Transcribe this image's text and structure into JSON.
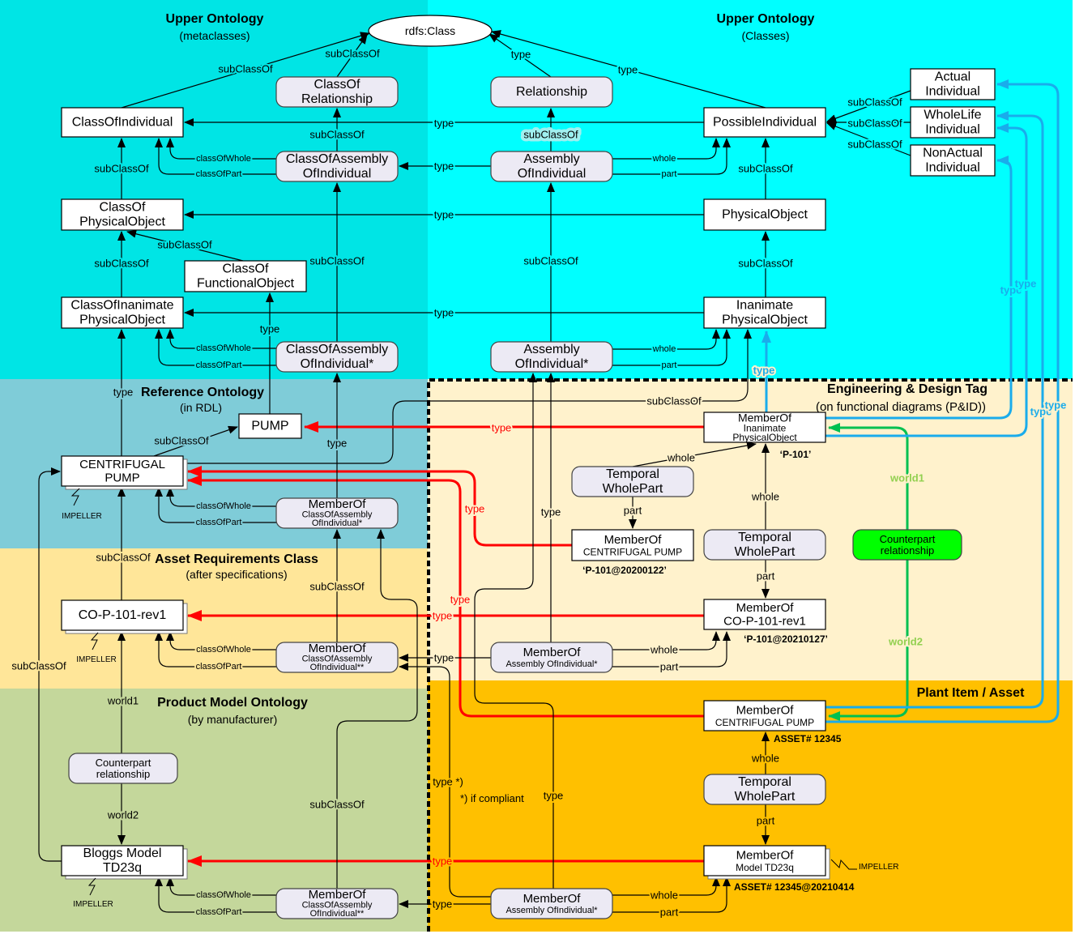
{
  "regions": {
    "upper_meta": {
      "title": "Upper Ontology",
      "subtitle": "(metaclasses)"
    },
    "upper_classes": {
      "title": "Upper Ontology",
      "subtitle": "(Classes)"
    },
    "reference": {
      "title": "Reference Ontology",
      "subtitle": "(in RDL)"
    },
    "engineering": {
      "title": "Engineering & Design Tag",
      "subtitle": "(on functional diagrams (P&ID))"
    },
    "asset_requirements": {
      "title": "Asset Requirements Class",
      "subtitle": "(after specifications)"
    },
    "product_model": {
      "title": "Product Model Ontology",
      "subtitle": "(by manufacturer)"
    },
    "plant_item": {
      "title": "Plant Item / Asset"
    }
  },
  "nodes": {
    "rdfs_class": {
      "lines": [
        "rdfs:Class"
      ]
    },
    "class_of_individual": {
      "lines": [
        "ClassOfIndividual"
      ]
    },
    "class_of_relationship": {
      "lines": [
        "ClassOf",
        "Relationship"
      ]
    },
    "class_of_assembly": {
      "lines": [
        "ClassOfAssembly",
        "OfIndividual"
      ]
    },
    "relationship": {
      "lines": [
        "Relationship"
      ]
    },
    "assembly": {
      "lines": [
        "Assembly",
        "OfIndividual"
      ]
    },
    "possible_individual": {
      "lines": [
        "PossibleIndividual"
      ]
    },
    "actual_individual": {
      "lines": [
        "Actual",
        "Individual"
      ]
    },
    "wholelife_individual": {
      "lines": [
        "WholeLife",
        "Individual"
      ]
    },
    "nonactual_individual": {
      "lines": [
        "NonActual",
        "Individual"
      ]
    },
    "class_of_physical_object": {
      "lines": [
        "ClassOf",
        "PhysicalObject"
      ]
    },
    "physical_object": {
      "lines": [
        "PhysicalObject"
      ]
    },
    "class_of_functional_object": {
      "lines": [
        "ClassOf",
        "FunctionalObject"
      ]
    },
    "class_of_inanimate": {
      "lines": [
        "ClassOfInanimate",
        "PhysicalObject"
      ]
    },
    "inanimate_po": {
      "lines": [
        "Inanimate",
        "PhysicalObject"
      ]
    },
    "class_of_assembly_star": {
      "lines": [
        "ClassOfAssembly",
        "OfIndividual*"
      ]
    },
    "assembly_star": {
      "lines": [
        "Assembly",
        "OfIndividual*"
      ]
    },
    "pump": {
      "lines": [
        "PUMP"
      ]
    },
    "centrifugal_pump": {
      "lines": [
        "CENTRIFUGAL",
        "PUMP"
      ]
    },
    "member_of_inanimate": {
      "lines": [
        "MemberOf",
        "Inanimate",
        "PhysicalObject"
      ]
    },
    "temporal_wholepart_1": {
      "lines": [
        "Temporal",
        "WholePart"
      ]
    },
    "member_of_cp_design": {
      "lines": [
        "MemberOf",
        "CENTRIFUGAL PUMP"
      ]
    },
    "temporal_wholepart_2": {
      "lines": [
        "Temporal",
        "WholePart"
      ]
    },
    "counterpart_engineering": {
      "lines": [
        "Counterpart",
        "relationship"
      ]
    },
    "moca_star_ref": {
      "lines": [
        "MemberOf",
        "ClassOfAssembly",
        "OfIndividual*"
      ]
    },
    "co_p_101": {
      "lines": [
        "CO-P-101-rev1"
      ]
    },
    "member_of_co_p": {
      "lines": [
        "MemberOf",
        "CO-P-101-rev1"
      ]
    },
    "moca_2star_asset": {
      "lines": [
        "MemberOf",
        "ClassOfAssembly",
        "OfIndividual**"
      ]
    },
    "moa_star_eng": {
      "lines": [
        "MemberOf",
        "Assembly OfIndividual*"
      ]
    },
    "member_of_cp_asset": {
      "lines": [
        "MemberOf",
        "CENTRIFUGAL PUMP"
      ]
    },
    "temporal_wholepart_3": {
      "lines": [
        "Temporal",
        "WholePart"
      ]
    },
    "member_of_model": {
      "lines": [
        "MemberOf",
        "Model TD23q"
      ]
    },
    "counterpart_product": {
      "lines": [
        "Counterpart",
        "relationship"
      ]
    },
    "bloggs": {
      "lines": [
        "Bloggs Model",
        "TD23q"
      ]
    },
    "moca_2star_product": {
      "lines": [
        "MemberOf",
        "ClassOfAssembly",
        "OfIndividual**"
      ]
    },
    "moa_star_plant": {
      "lines": [
        "MemberOf",
        "Assembly OfIndividual*"
      ]
    }
  },
  "edges": [
    {
      "from": "class_of_individual",
      "to": "rdfs_class",
      "label": "subClassOf",
      "style": "default"
    },
    {
      "from": "class_of_relationship",
      "to": "rdfs_class",
      "label": "subClassOf",
      "style": "default"
    },
    {
      "from": "relationship",
      "to": "rdfs_class",
      "label": "type",
      "style": "default"
    },
    {
      "from": "possible_individual",
      "to": "rdfs_class",
      "label": "type",
      "style": "default"
    },
    {
      "from": "possible_individual",
      "to": "class_of_individual",
      "label": "type",
      "style": "default"
    },
    {
      "from": "class_of_assembly",
      "to": "class_of_relationship",
      "label": "subClassOf",
      "style": "default"
    },
    {
      "from": "assembly",
      "to": "relationship",
      "label": "subClassOf",
      "style": "default"
    },
    {
      "from": "assembly",
      "to": "class_of_assembly",
      "label": "type",
      "style": "default"
    },
    {
      "from": "class_of_assembly",
      "to": "class_of_individual",
      "label": "classOfWhole",
      "style": "default"
    },
    {
      "from": "class_of_assembly",
      "to": "class_of_individual",
      "label": "classOfPart",
      "style": "default"
    },
    {
      "from": "assembly",
      "to": "possible_individual",
      "label": "whole",
      "style": "default"
    },
    {
      "from": "assembly",
      "to": "possible_individual",
      "label": "part",
      "style": "default"
    },
    {
      "from": "actual_individual",
      "to": "possible_individual",
      "label": "subClassOf",
      "style": "default"
    },
    {
      "from": "wholelife_individual",
      "to": "possible_individual",
      "label": "subClassOf",
      "style": "default"
    },
    {
      "from": "nonactual_individual",
      "to": "possible_individual",
      "label": "subClassOf",
      "style": "default"
    },
    {
      "from": "class_of_physical_object",
      "to": "class_of_individual",
      "label": "subClassOf",
      "style": "default"
    },
    {
      "from": "physical_object",
      "to": "possible_individual",
      "label": "subClassOf",
      "style": "default"
    },
    {
      "from": "physical_object",
      "to": "class_of_physical_object",
      "label": "type",
      "style": "default"
    },
    {
      "from": "class_of_functional_object",
      "to": "class_of_physical_object",
      "label": "subClassOf",
      "style": "default"
    },
    {
      "from": "class_of_inanimate",
      "to": "class_of_physical_object",
      "label": "subClassOf",
      "style": "default"
    },
    {
      "from": "inanimate_po",
      "to": "physical_object",
      "label": "subClassOf",
      "style": "default"
    },
    {
      "from": "inanimate_po",
      "to": "class_of_inanimate",
      "label": "type",
      "style": "default"
    },
    {
      "from": "class_of_assembly_star",
      "to": "class_of_assembly",
      "label": "subClassOf",
      "style": "default"
    },
    {
      "from": "assembly_star",
      "to": "assembly",
      "label": "subClassOf",
      "style": "default"
    },
    {
      "from": "class_of_assembly_star",
      "to": "class_of_inanimate",
      "label": "classOfWhole",
      "style": "default"
    },
    {
      "from": "class_of_assembly_star",
      "to": "class_of_inanimate",
      "label": "classOfPart",
      "style": "default"
    },
    {
      "from": "assembly_star",
      "to": "inanimate_po",
      "label": "whole",
      "style": "default"
    },
    {
      "from": "assembly_star",
      "to": "inanimate_po",
      "label": "part",
      "style": "default"
    },
    {
      "from": "pump",
      "to": "class_of_functional_object",
      "label": "type",
      "style": "default"
    },
    {
      "from": "centrifugal_pump",
      "to": "class_of_inanimate",
      "label": "type",
      "style": "default"
    },
    {
      "from": "centrifugal_pump",
      "to": "pump",
      "label": "subClassOf",
      "style": "default"
    },
    {
      "from": "centrifugal_pump",
      "to": "inanimate_po",
      "label": "subClassOf",
      "style": "default"
    },
    {
      "from": "member_of_inanimate",
      "to": "pump",
      "label": "type",
      "style": "red"
    },
    {
      "from": "member_of_cp_design",
      "to": "centrifugal_pump",
      "label": "type",
      "style": "red"
    },
    {
      "from": "member_of_cp_asset",
      "to": "centrifugal_pump",
      "label": "type",
      "style": "red"
    },
    {
      "from": "member_of_co_p",
      "to": "co_p_101",
      "label": "type",
      "style": "red"
    },
    {
      "from": "member_of_model",
      "to": "bloggs",
      "label": "type",
      "style": "red"
    },
    {
      "from": "counterpart_engineering",
      "to": "member_of_inanimate",
      "label": "world1",
      "style": "green"
    },
    {
      "from": "counterpart_engineering",
      "to": "member_of_cp_asset",
      "label": "world2",
      "style": "green"
    },
    {
      "from": "member_of_inanimate",
      "to": "inanimate_po",
      "label": "type",
      "style": "blue"
    },
    {
      "from": "member_of_inanimate",
      "to": "nonactual_individual",
      "label": "type",
      "style": "blue"
    },
    {
      "from": "member_of_inanimate",
      "to": "wholelife_individual",
      "label": "type",
      "style": "blue"
    },
    {
      "from": "member_of_cp_asset",
      "to": "wholelife_individual",
      "label": "type",
      "style": "blue"
    },
    {
      "from": "member_of_cp_asset",
      "to": "actual_individual",
      "label": "type",
      "style": "blue"
    },
    {
      "from": "temporal_wholepart_1",
      "to": "member_of_inanimate",
      "label": "whole",
      "style": "default"
    },
    {
      "from": "temporal_wholepart_1",
      "to": "member_of_cp_design",
      "label": "part",
      "style": "default"
    },
    {
      "from": "temporal_wholepart_2",
      "to": "member_of_inanimate",
      "label": "whole",
      "style": "default"
    },
    {
      "from": "temporal_wholepart_2",
      "to": "member_of_co_p",
      "label": "part",
      "style": "default"
    },
    {
      "from": "moa_star_eng",
      "to": "member_of_co_p",
      "label": "whole",
      "style": "default"
    },
    {
      "from": "moa_star_eng",
      "to": "member_of_co_p",
      "label": "part",
      "style": "default"
    },
    {
      "from": "moa_star_eng",
      "to": "moca_2star_asset",
      "label": "type",
      "style": "default"
    },
    {
      "from": "moa_star_eng",
      "to": "assembly_star",
      "label": "type",
      "style": "default"
    },
    {
      "from": "moca_2star_asset",
      "to": "moca_star_ref",
      "label": "subClassOf",
      "style": "default"
    },
    {
      "from": "moca_star_ref",
      "to": "class_of_assembly_star",
      "label": "type",
      "style": "default"
    },
    {
      "from": "moca_star_ref",
      "to": "centrifugal_pump",
      "label": "classOfWhole",
      "style": "default"
    },
    {
      "from": "moca_star_ref",
      "to": "centrifugal_pump",
      "label": "classOfPart",
      "style": "default"
    },
    {
      "from": "moca_2star_asset",
      "to": "co_p_101",
      "label": "classOfWhole",
      "style": "default"
    },
    {
      "from": "moca_2star_asset",
      "to": "co_p_101",
      "label": "classOfPart",
      "style": "default"
    },
    {
      "from": "moca_2star_product",
      "to": "bloggs",
      "label": "classOfWhole",
      "style": "default"
    },
    {
      "from": "moca_2star_product",
      "to": "bloggs",
      "label": "classOfPart",
      "style": "default"
    },
    {
      "from": "co_p_101",
      "to": "centrifugal_pump",
      "label": "subClassOf",
      "style": "default"
    },
    {
      "from": "counterpart_product",
      "to": "co_p_101",
      "label": "world1",
      "style": "default"
    },
    {
      "from": "counterpart_product",
      "to": "bloggs",
      "label": "world2",
      "style": "default"
    },
    {
      "from": "bloggs",
      "to": "centrifugal_pump",
      "label": "subClassOf",
      "style": "default"
    },
    {
      "from": "moca_2star_product",
      "to": "moca_star_ref",
      "label": "subClassOf",
      "style": "default"
    },
    {
      "from": "moa_star_plant",
      "to": "moca_2star_asset",
      "label": "type *)",
      "style": "default"
    },
    {
      "from": "moa_star_plant",
      "to": "moca_2star_product",
      "label": "type",
      "style": "default"
    },
    {
      "from": "moa_star_plant",
      "to": "assembly_star",
      "label": "type",
      "style": "default"
    },
    {
      "from": "moa_star_plant",
      "to": "member_of_model",
      "label": "whole",
      "style": "default"
    },
    {
      "from": "moa_star_plant",
      "to": "member_of_model",
      "label": "part",
      "style": "default"
    },
    {
      "from": "temporal_wholepart_3",
      "to": "member_of_cp_asset",
      "label": "whole",
      "style": "default"
    },
    {
      "from": "temporal_wholepart_3",
      "to": "member_of_model",
      "label": "part",
      "style": "default"
    }
  ],
  "annotations": {
    "tag_p101": "‘P-101’",
    "tag_p101_20200122": "‘P-101@20200122’",
    "tag_p101_20210127": "‘P-101@20210127’",
    "asset_12345": "ASSET# 12345",
    "asset_12345_20210414": "ASSET# 12345@20210414",
    "impeller": "IMPELLER",
    "compliance_note": "*) if compliant"
  },
  "colors": {
    "region_upper_meta": "#00E5E5",
    "region_upper_classes": "#00FFFF",
    "region_reference": "#7FCCD8",
    "region_asset_requirements": "#FFE699",
    "region_product_model": "#C4D79B",
    "region_engineering": "#FFF2CC",
    "region_plant_item": "#FFC000",
    "edge_default": "#000000",
    "edge_red": "#FF0000",
    "edge_green": "#00C050",
    "edge_blue": "#1AACEB",
    "label_green": "#92D050",
    "highlight": "#A0F0F0",
    "class_node_fill": "#FFFFFF",
    "relationship_node_fill": "#ECEAF4",
    "counterpart_fill": "#00FF00"
  }
}
